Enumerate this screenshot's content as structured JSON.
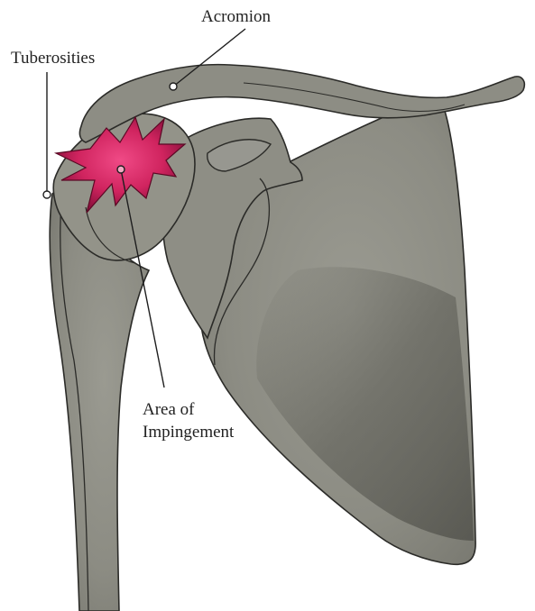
{
  "diagram": {
    "labels": {
      "acromion": "Acromion",
      "tuberosities": "Tuberosities",
      "impingement_line1": "Area of",
      "impingement_line2": "Impingement"
    },
    "colors": {
      "bone_fill": "#8f8f86",
      "bone_shadow": "#6e6e66",
      "bone_outline": "#2b2b28",
      "impingement_center": "#e0316e",
      "impingement_edge": "#7a0c35",
      "leader_line": "#1e1e1e"
    },
    "icons": {
      "impingement_marker": "starburst-icon"
    }
  }
}
